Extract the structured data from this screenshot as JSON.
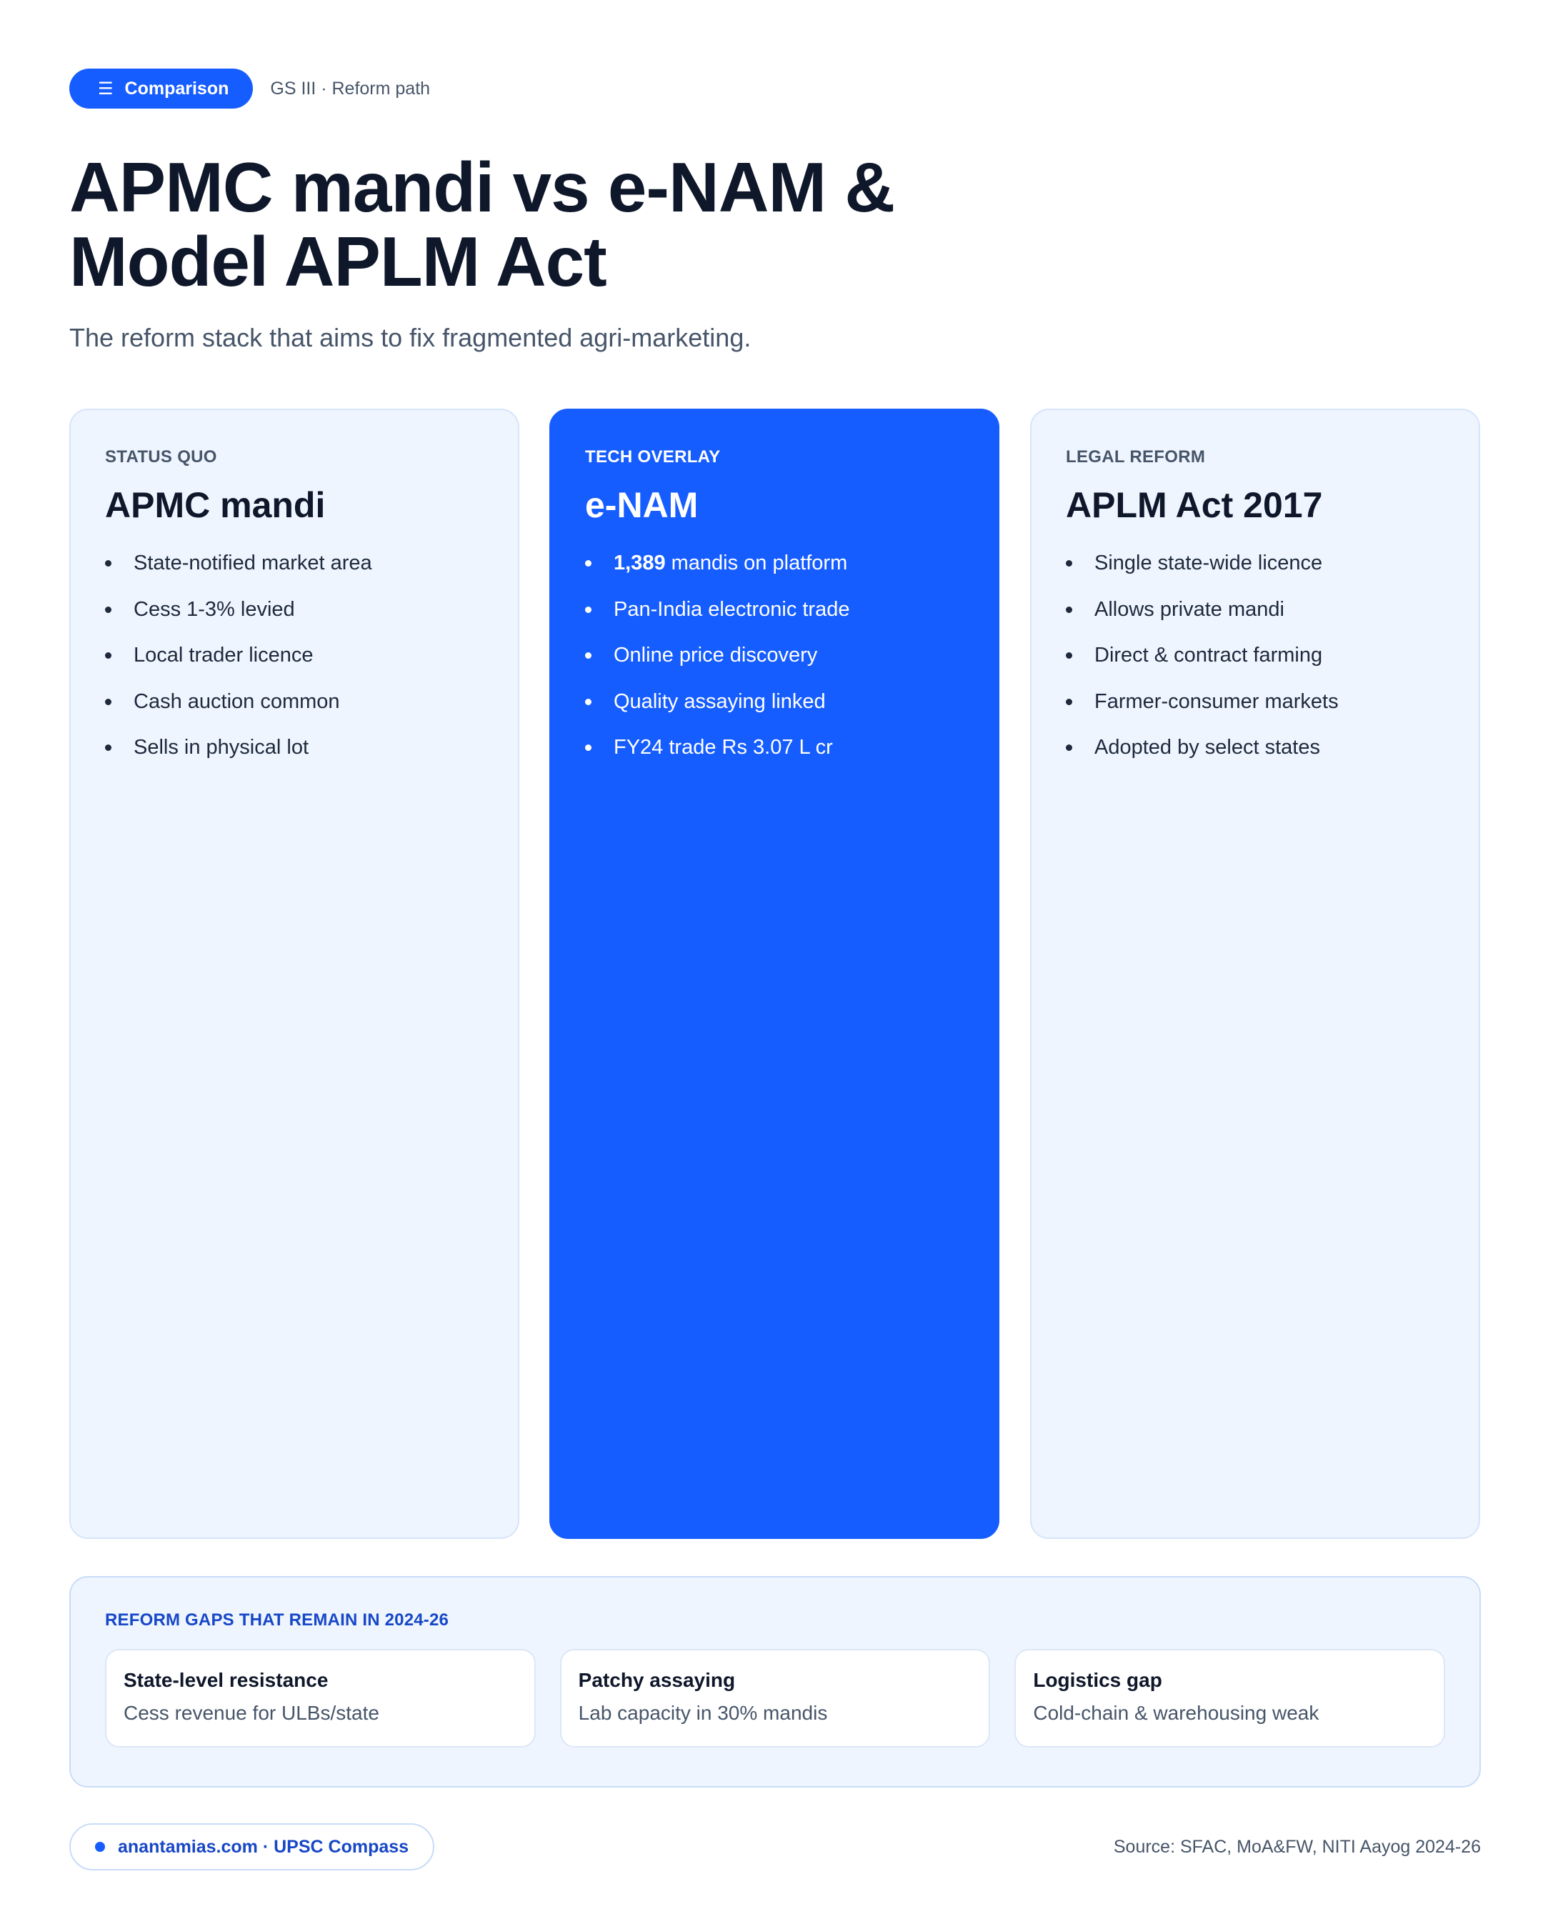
{
  "header": {
    "pill_icon": "☰",
    "pill_label": "Comparison",
    "crumb": "GS III · Reform path",
    "title": "APMC mandi vs e-NAM & Model APLM Act",
    "subtitle": "The reform stack that aims to fix fragmented agri-marketing."
  },
  "columns": [
    {
      "tag": "STATUS QUO",
      "title": "APMC mandi",
      "items": [
        "State-notified market area",
        "Cess 1-3% levied",
        "Local trader licence",
        "Cash auction common",
        "Sells in physical lot"
      ]
    },
    {
      "tag": "TECH OVERLAY",
      "title": "e-NAM",
      "highlight_number": "1,389",
      "items": [
        " mandis on platform",
        "Pan-India electronic trade",
        "Online price discovery",
        "Quality assaying linked",
        "FY24 trade Rs 3.07 L cr"
      ]
    },
    {
      "tag": "LEGAL REFORM",
      "title": "APLM Act 2017",
      "items": [
        "Single state-wide licence",
        "Allows private mandi",
        "Direct & contract farming",
        "Farmer-consumer markets",
        "Adopted by select states"
      ]
    }
  ],
  "gaps": {
    "title": "REFORM GAPS THAT REMAIN IN 2024-26",
    "cards": [
      {
        "heading": "State-level resistance",
        "text": "Cess revenue for ULBs/state"
      },
      {
        "heading": "Patchy assaying",
        "text": "Lab capacity in 30% mandis"
      },
      {
        "heading": "Logistics gap",
        "text": "Cold-chain & warehousing weak"
      }
    ]
  },
  "footer": {
    "brand": "anantamias.com · UPSC Compass",
    "source": "Source: SFAC, MoA&FW, NITI Aayog 2024-26"
  },
  "colors": {
    "accent": "#165dff",
    "card_bg": "#eef5ff",
    "text_dark": "#0f172a",
    "text_muted": "#475569"
  }
}
